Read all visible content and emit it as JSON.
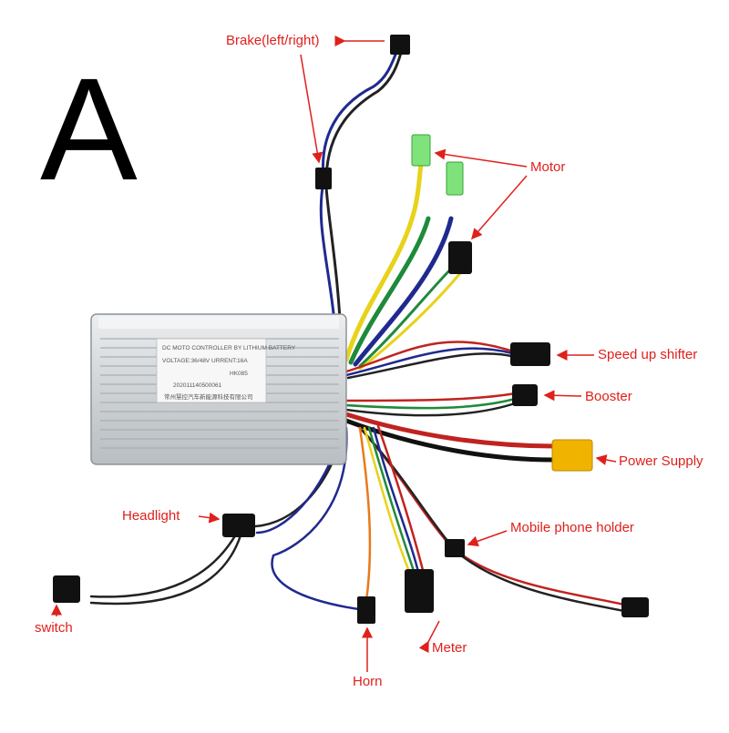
{
  "figure": {
    "letter": "A",
    "controller": {
      "line1": "DC MOTO CONTROLLER BY LITHIUM BATTERY",
      "voltage": "VOLTAGE:36/48V",
      "current": "URRENT:16A",
      "model": "HK085",
      "serial": "202011140500061",
      "maker": "常州慧控汽车新能源科技有限公司"
    },
    "labels": {
      "brake": "Brake(left/right)",
      "motor": "Motor",
      "speed_up_shifter": "Speed up shifter",
      "booster": "Booster",
      "power_supply": "Power Supply",
      "mobile_phone_holder": "Mobile phone holder",
      "meter": "Meter",
      "horn": "Horn",
      "headlight": "Headlight",
      "switch": "switch"
    },
    "colors": {
      "label_red": "#e0201b",
      "housing": "#d9dcde",
      "wire_yellow": "#e8d21a",
      "wire_green": "#1f8a3a",
      "wire_blue": "#1f2a8f",
      "wire_red": "#c0231f",
      "wire_orange": "#e87a1a",
      "xt_connector": "#f0b400"
    }
  }
}
